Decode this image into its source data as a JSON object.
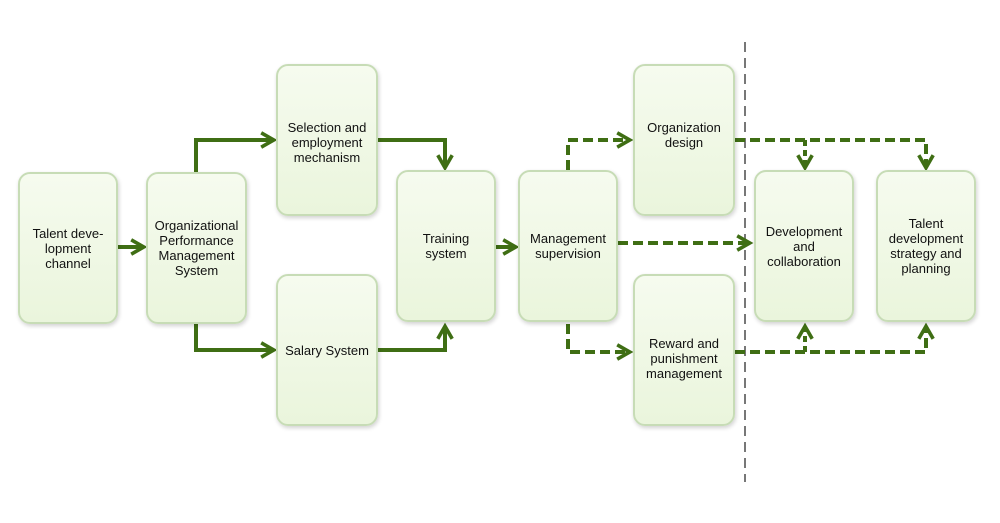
{
  "diagram": {
    "nodes": {
      "talent_channel": "Talent deve-\nlopment\nchannel",
      "performance_system": "Organizational\nPerformance\nManagement\nSystem",
      "selection": "Selection and\nemployment\nmechanism",
      "salary": "Salary System",
      "training": "Training\nsystem",
      "management": "Management\nsupervision",
      "org_design": "Organization\ndesign",
      "reward": "Reward and\npunishment\nmanagement",
      "development": "Development\nand\ncollaboration",
      "strategy": "Talent\ndevelopment\nstrategy and\nplanning"
    },
    "colors": {
      "arrow": "#3f6e14",
      "box_border": "#c7dcb6",
      "box_fill": "#eef7e4",
      "divider": "#777777"
    }
  }
}
